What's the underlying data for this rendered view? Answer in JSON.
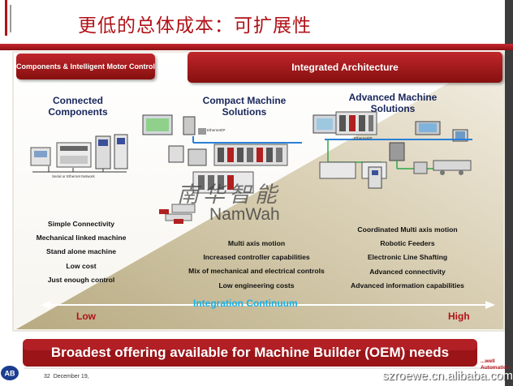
{
  "title": "更低的总体成本：可扩展性",
  "left_header": "Components & Intelligent Motor Control",
  "right_header": "Integrated Architecture",
  "columns": [
    {
      "heading": "Connected Components",
      "caption": "Serial or Ethernet Network",
      "features": [
        "Simple Connectivity",
        "Mechanical linked machine",
        "Stand alone machine",
        "Low cost",
        "Just enough control"
      ]
    },
    {
      "heading": "Compact Machine Solutions",
      "caption": "Ethernet/IP",
      "features": [
        "Multi axis motion",
        "Increased controller capabilities",
        "Mix of mechanical and electrical controls",
        "Low engineering costs"
      ]
    },
    {
      "heading": "Advanced Machine Solutions",
      "caption": "Ethernet/IP",
      "features": [
        "Coordinated Multi axis motion",
        "Robotic Feeders",
        "Electronic Line Shafting",
        "Advanced connectivity",
        "Advanced information capabilities"
      ]
    }
  ],
  "continuum": {
    "label": "Integration Continuum",
    "low": "Low",
    "high": "High"
  },
  "banner": "Broadest offering available for Machine Builder (OEM) needs",
  "footer": {
    "slide_number": "32",
    "date": "December 19,",
    "logo_text": "AB",
    "brand": "...well Automation"
  },
  "watermark": {
    "cn": "南华智能",
    "en": "NamWah",
    "url": "szroewe.cn.alibaba.com"
  },
  "colors": {
    "title_red": "#b01218",
    "pill_red": "#a81c22",
    "continuum_blue": "#17b0e6",
    "beige": "#c7bb96",
    "heading_navy": "#18265a"
  }
}
